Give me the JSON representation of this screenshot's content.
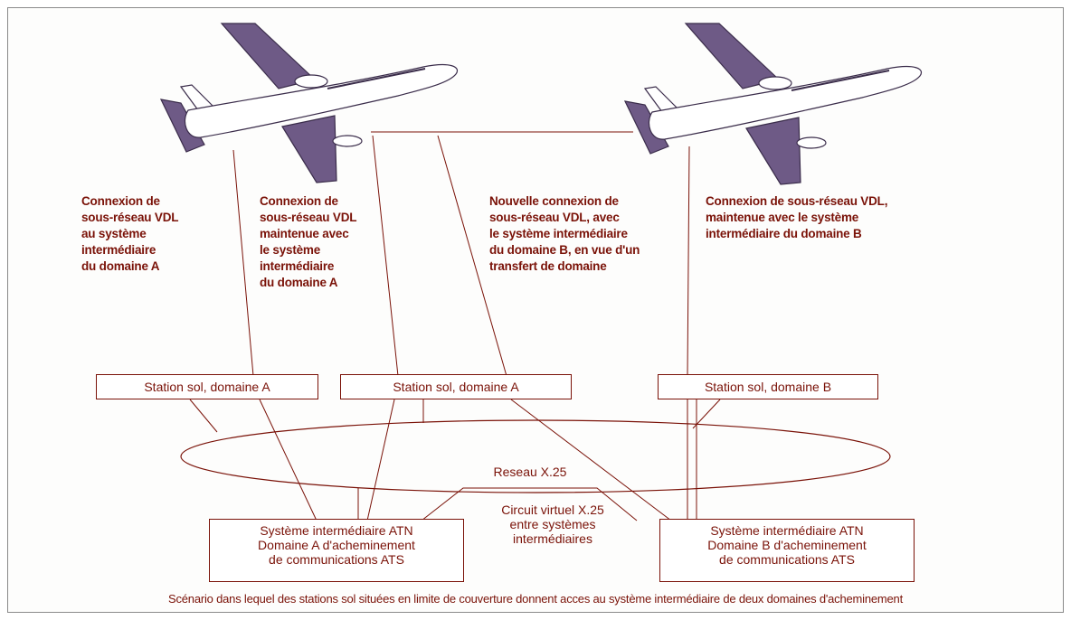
{
  "labels": {
    "conn_a": "Connexion de\nsous-réseau VDL\nau système\nintermédiaire\ndu domaine A",
    "conn_a_maint": "Connexion de\nsous-réseau VDL\nmaintenue avec\nle système\nintermédiaire\ndu domaine A",
    "new_conn_b": "Nouvelle connexion de\nsous-réseau VDL, avec\nle système intermédiaire\ndu domaine B, en vue d'un\ntransfert de domaine",
    "conn_b_maint": "Connexion de sous-réseau VDL,\nmaintenue avec le système\nintermédiaire du domaine B"
  },
  "stations": [
    "Station sol, domaine A",
    "Station sol, domaine A",
    "Station sol, domaine B"
  ],
  "network": "Reseau X.25",
  "virtual_circuit": [
    "Circuit virtuel X.25",
    "entre systèmes",
    "intermédiaires"
  ],
  "systems": {
    "a": [
      "Système intermédiaire ATN",
      "Domaine A d'acheminement",
      "de communications ATS"
    ],
    "b": [
      "Système intermédiaire ATN",
      "Domaine B d'acheminement",
      "de communications ATS"
    ]
  },
  "caption": "Scénario dans lequel des stations sol situées en limite de couverture donnent acces au système intermédiaire de deux domaines d'acheminement",
  "colors": {
    "text": "#7a1208",
    "wing": "#6e5a86",
    "fuselage": "#ffffff",
    "lines": "#7a1208"
  }
}
